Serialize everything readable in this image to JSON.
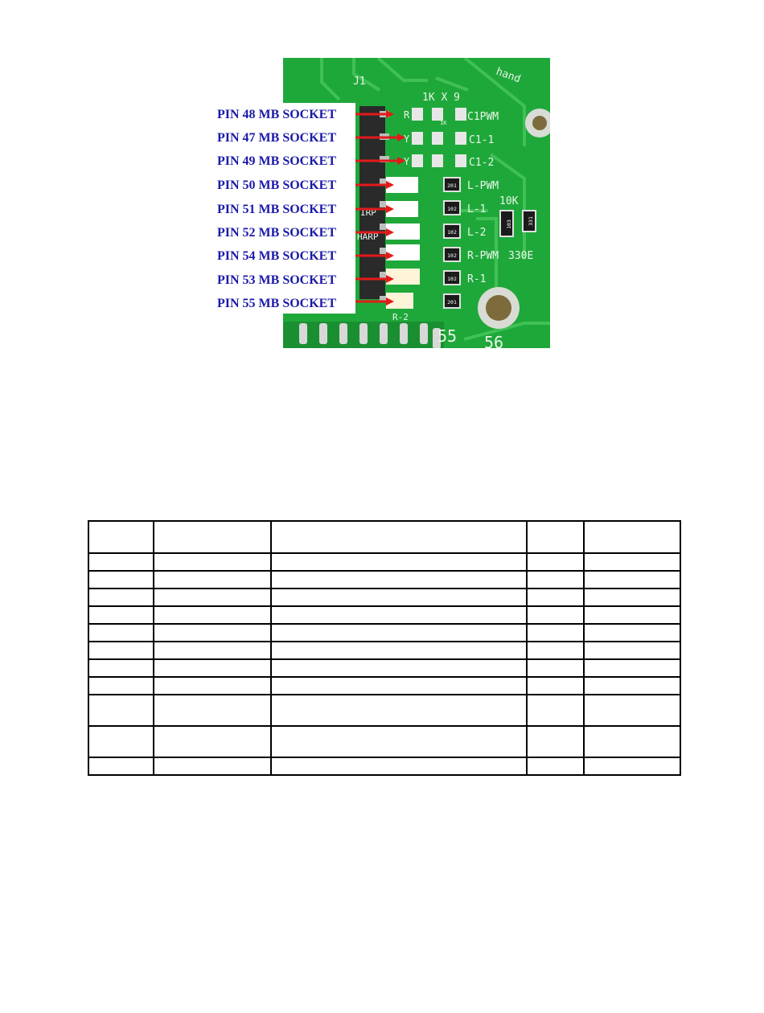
{
  "labels": [
    "PIN 48 MB SOCKET",
    "PIN 47 MB SOCKET",
    "PIN 49 MB SOCKET",
    "PIN 50 MB SOCKET",
    "PIN 51 MB SOCKET",
    "PIN 52 MB SOCKET",
    "PIN 54 MB SOCKET",
    "PIN 53 MB SOCKET",
    "PIN 55 MB SOCKET"
  ],
  "pcb": {
    "connector": "J1",
    "resistor_array": "1K X 9",
    "signals": [
      "C1PWM",
      "C1-1",
      "C1-2",
      "L-PWM",
      "L-1",
      "L-2",
      "R-PWM",
      "R-1"
    ],
    "left_marks": [
      "R",
      "Y",
      "Y"
    ],
    "resistor_codes": [
      "201",
      "102",
      "102",
      "102",
      "102",
      "201"
    ],
    "small_code": "1K",
    "r_value_a": "10K",
    "r_value_b": "330E",
    "r_code_a": "103",
    "r_code_b": "331",
    "silk_bottom": "R-2",
    "pin_numbers": [
      "55",
      "56"
    ],
    "corner_text": "hand",
    "side_text_a": "IRP",
    "side_text_b": "HARP"
  },
  "colors": {
    "pcb_green": "#1fa83a",
    "label_blue": "#1a1aa8",
    "arrow_red": "#e21a1a"
  },
  "table": {
    "header": [
      "",
      "",
      "",
      "",
      ""
    ],
    "rows": [
      [
        "",
        "",
        "",
        "",
        ""
      ],
      [
        "",
        "",
        "",
        "",
        ""
      ],
      [
        "",
        "",
        "",
        "",
        ""
      ],
      [
        "",
        "",
        "",
        "",
        ""
      ],
      [
        "",
        "",
        "",
        "",
        ""
      ],
      [
        "",
        "",
        "",
        "",
        ""
      ],
      [
        "",
        "",
        "",
        "",
        ""
      ],
      [
        "",
        "",
        "",
        "",
        ""
      ],
      [
        "",
        "",
        "",
        "",
        ""
      ],
      [
        "",
        "",
        "",
        "",
        ""
      ],
      [
        "",
        "",
        "",
        "",
        ""
      ]
    ]
  }
}
